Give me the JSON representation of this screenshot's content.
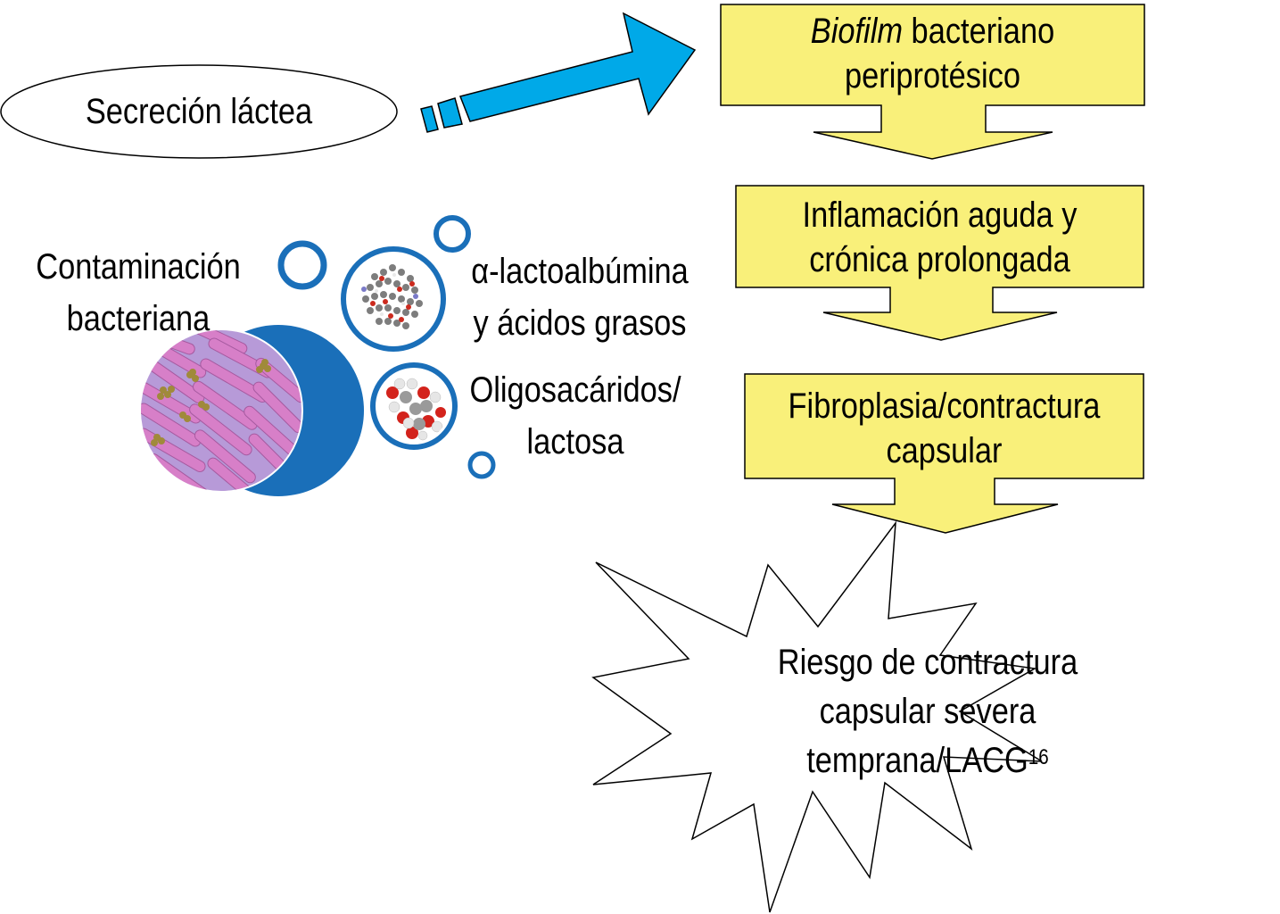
{
  "diagram": {
    "source_node": {
      "label": "Secreción láctea",
      "shape": "ellipse"
    },
    "flow_steps": [
      {
        "label_italic": "Biofilm",
        "label_rest": " bacteriano",
        "line2": "periprotésico"
      },
      {
        "line1": "Inflamación aguda y",
        "line2": "crónica prolongada"
      },
      {
        "line1": "Fibroplasia/contractura",
        "line2": "capsular"
      }
    ],
    "outcome": {
      "line1": "Riesgo de contractura",
      "line2": "capsular severa",
      "line3": "temprana/LACG",
      "superscript": "16",
      "shape": "starburst"
    },
    "factors": {
      "bacterial": {
        "line1": "Contaminación",
        "line2": "bacteriana",
        "icon": "bacteria-image"
      },
      "protein": {
        "line1": "α-lactoalbúmina",
        "line2": "y ácidos grasos",
        "icon": "protein-molecule-image"
      },
      "sugar": {
        "line1": "Oligosacáridos/",
        "line2": "lactosa",
        "icon": "sugar-molecule-image"
      }
    },
    "colors": {
      "box_fill": "#f9f07a",
      "arrow_blue": "#00a9e8",
      "circle_blue": "#1a6fb9",
      "bacteria_pink": "#d77fc8"
    }
  }
}
